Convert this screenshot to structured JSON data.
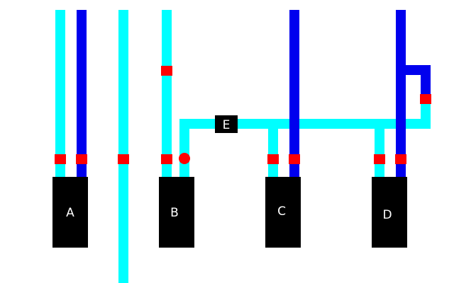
{
  "colors": {
    "background": "#ffffff",
    "pipe_cyan": "#00ffff",
    "pipe_blue": "#0000ee",
    "valve_red": "#ff0000",
    "block": "#000000",
    "label_text": "#ffffff"
  },
  "blocks": [
    {
      "id": "A",
      "label": "A"
    },
    {
      "id": "B",
      "label": "B"
    },
    {
      "id": "C",
      "label": "C"
    },
    {
      "id": "D",
      "label": "D"
    }
  ],
  "junction": {
    "label": "E"
  }
}
